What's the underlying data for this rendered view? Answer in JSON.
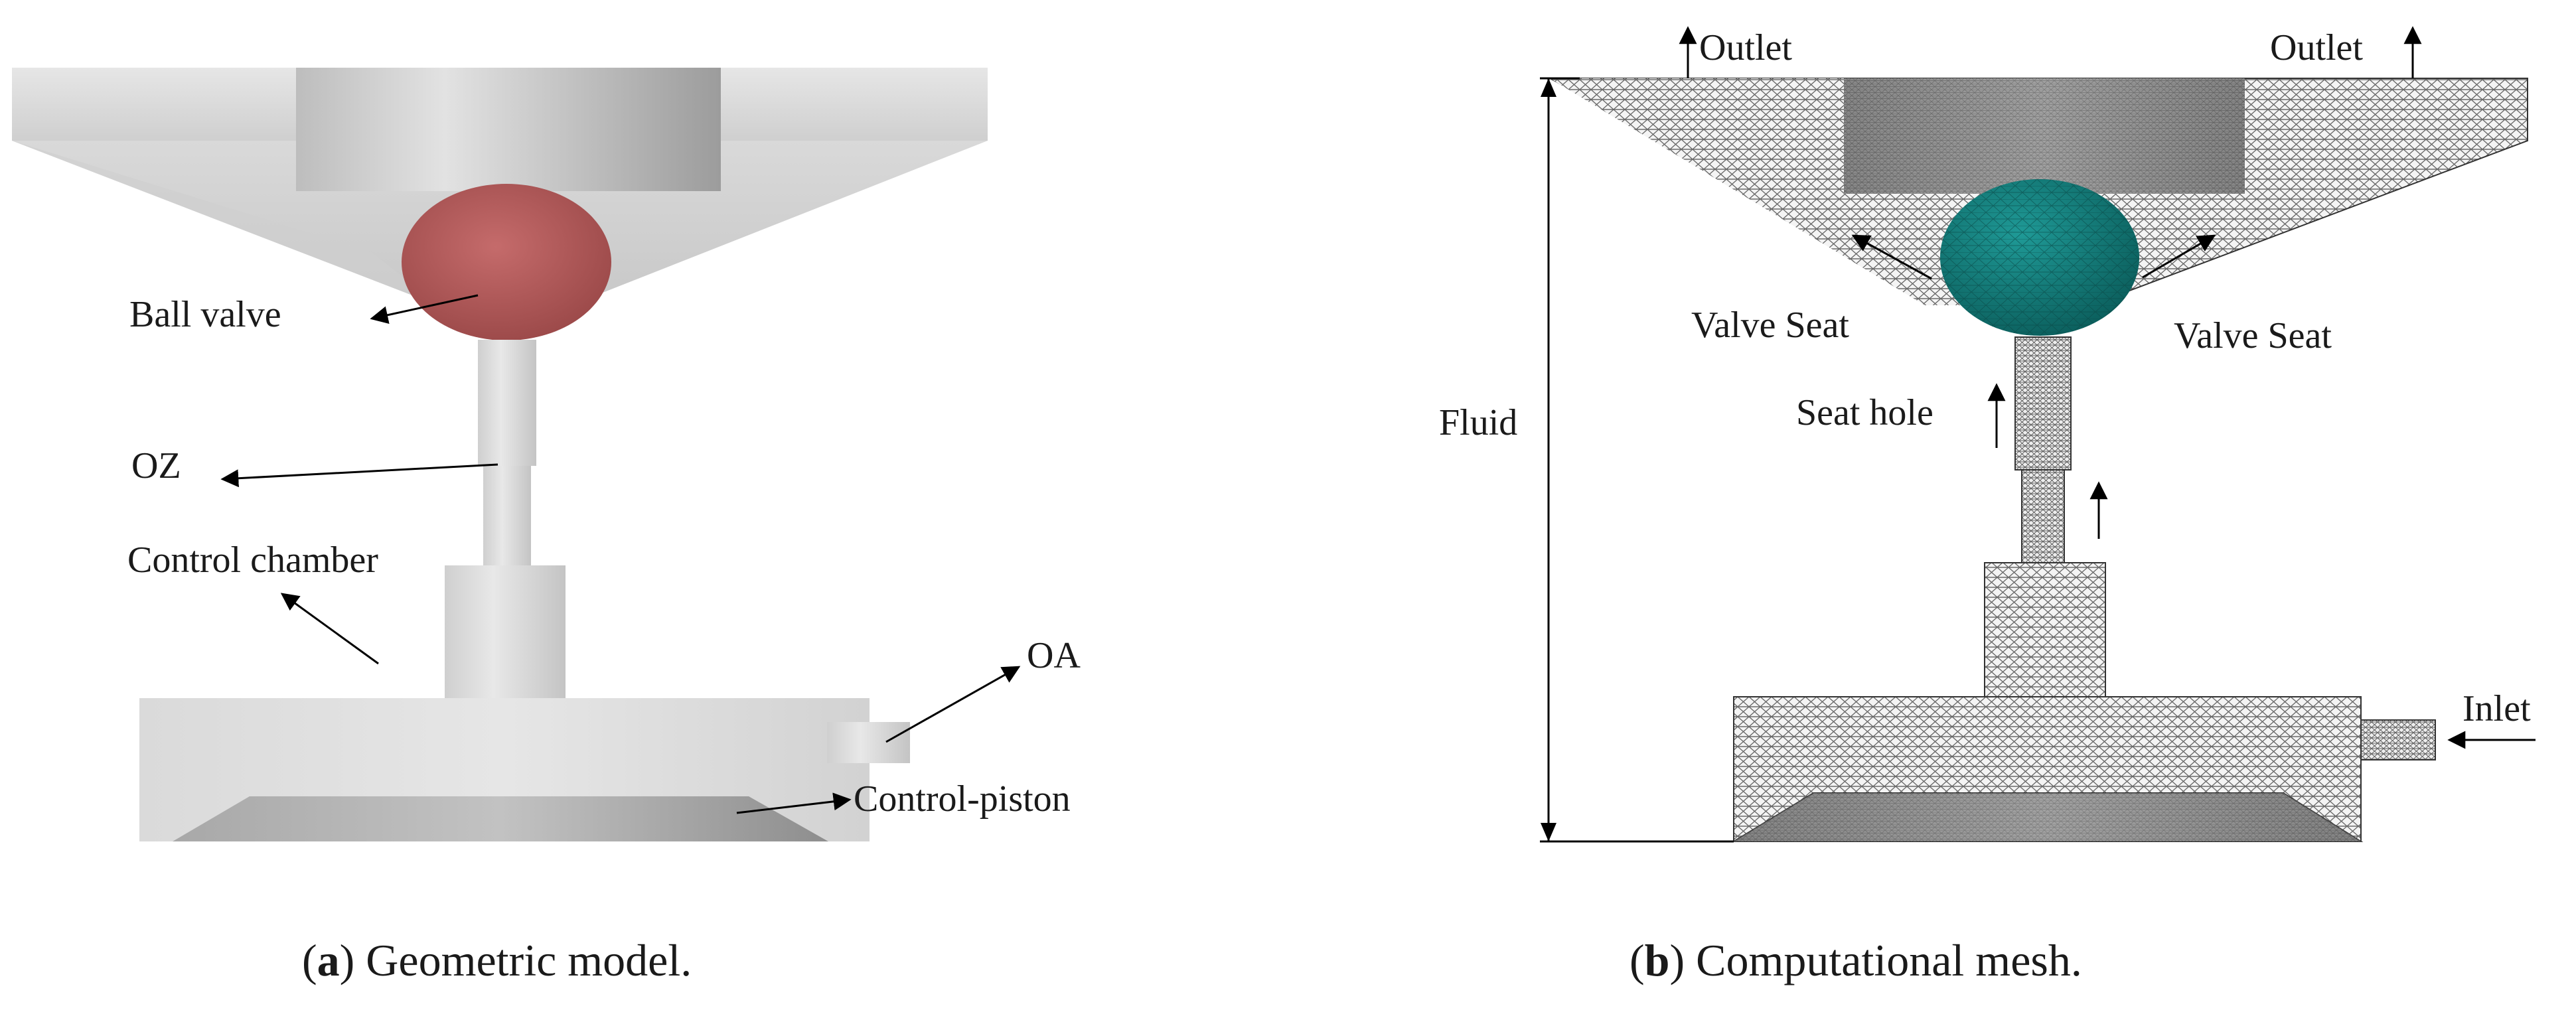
{
  "panel_a": {
    "labels": {
      "ball_valve": "Ball valve",
      "oz": "OZ",
      "control_chamber": "Control chamber",
      "oa": "OA",
      "control_piston": "Control-piston"
    },
    "caption": {
      "open": "(",
      "letter": "a",
      "rest": ") Geometric model."
    }
  },
  "panel_b": {
    "labels": {
      "outlet_left": "Outlet",
      "outlet_right": "Outlet",
      "valve_seat_left": "Valve Seat",
      "valve_seat_right": "Valve Seat",
      "fluid": "Fluid",
      "seat_hole": "Seat hole",
      "inlet": "Inlet"
    },
    "caption": {
      "open": "(",
      "letter": "b",
      "rest": ") Computational mesh."
    }
  },
  "colors": {
    "ball_valve": "#b05a5a",
    "mesh_ball": "#0e7a78",
    "model_body": "#d6d6d6",
    "mesh_line": "#5a5a5a"
  }
}
